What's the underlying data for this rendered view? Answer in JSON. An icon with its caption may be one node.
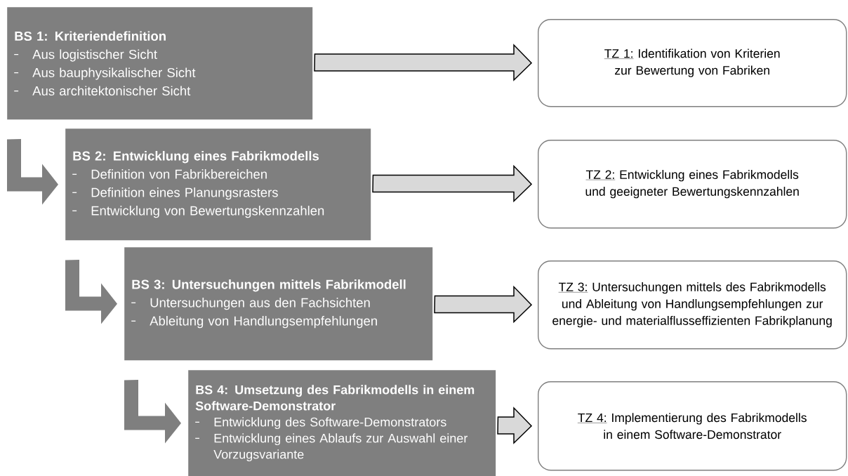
{
  "diagram": {
    "nodes": [
      {
        "text": [
          "BS 1: Kriteriendefinition",
          "Aus logistischer Sicht",
          "Aus bauphysikalischer Sicht",
          "Aus architektonischer Sicht"
        ]
      },
      {
        "text": [
          "TZ 1:",
          "Identifikation von Kriterien zur Bewertung von Fabriken"
        ]
      },
      {
        "text": [
          "BS 2: Entwicklung eines Fabrikmodells",
          "Definition von Fabrikbereichen",
          "Definition eines Planungsrasters",
          "Entwicklung von Bewertungskennzahlen"
        ]
      },
      {
        "text": [
          "TZ 2:",
          "Entwicklung eines Fabrikmodells und geeigneter Bewertungskennzahlen"
        ]
      },
      {
        "text": [
          "BS 3: Untersuchungen mittels Fabrikmodell",
          "Untersuchungen aus den Fachsichten",
          "Ableitung von Handlungsempfehlungen"
        ]
      },
      {
        "text": [
          "TZ 3:",
          "Untersuchungen mittels des Fabrikmodells und Ableitung von Handlungsempfehlungen zur energie- und materialflusseffizienten Fabrikplanung"
        ]
      },
      {
        "text": [
          "BS 4: Umsetzung des Fabrikmodells in einem Software-Demonstrator",
          "Entwicklung des Software-Demonstrators",
          "Entwicklung eines Ablaufs zur Auswahl einer Vorzugsvariante"
        ]
      },
      {
        "text": [
          "TZ 4:",
          "Implementierung des Fabrikmodells in einem Software-Demonstrator"
        ]
      }
    ],
    "edges": [
      {
        "from": 0,
        "to": 1,
        "arrow": "to"
      },
      {
        "from": 0,
        "to": 2,
        "arrow": "to",
        "color": "#7f7f7f"
      },
      {
        "from": 2,
        "to": 3,
        "arrow": "to"
      },
      {
        "from": 2,
        "to": 4,
        "arrow": "to",
        "color": "#7f7f7f"
      },
      {
        "from": 4,
        "to": 5,
        "arrow": "to"
      },
      {
        "from": 4,
        "to": 6,
        "arrow": "to",
        "color": "#7f7f7f"
      },
      {
        "from": 6,
        "to": 7,
        "arrow": "to"
      }
    ]
  }
}
